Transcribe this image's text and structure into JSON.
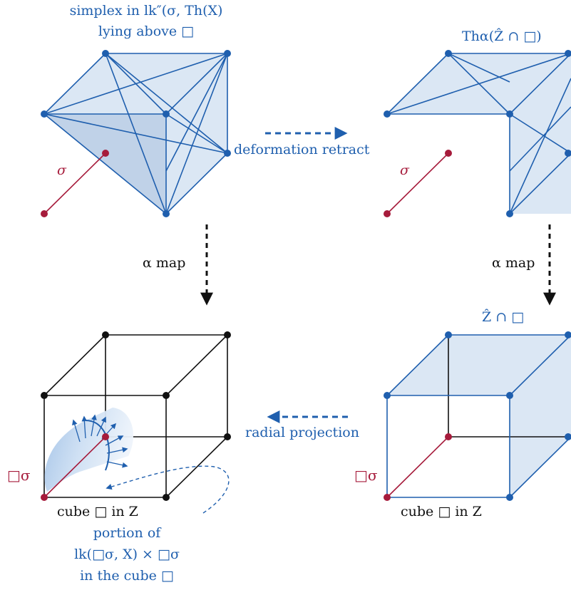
{
  "colors": {
    "blue": "#1f5fae",
    "red": "#a61b3b",
    "fill_light": "#dbe7f4",
    "fill_mid": "#b9cde6",
    "black": "#111111"
  },
  "labels": {
    "top_left_title_1": "simplex in lk″(σ, Th(X)",
    "top_left_title_2": "lying above □",
    "sigma_left": "σ",
    "sigma_right": "σ",
    "deformation_retract": "deformation retract",
    "top_right_title": "Thα(Ẑ ∩ □)",
    "alpha_map_left": "α map",
    "alpha_map_right": "α map",
    "bottom_right_title": "Ẑ ∩ □",
    "radial_projection": "radial projection",
    "cube_sigma_left": "□σ",
    "cube_sigma_right": "□σ",
    "cube_in_z_left": "cube □ in Z",
    "cube_in_z_right": "cube □ in Z",
    "portion_1": "portion of",
    "portion_2": "lk(□σ, X) × □σ",
    "portion_3": "in the cube □"
  }
}
